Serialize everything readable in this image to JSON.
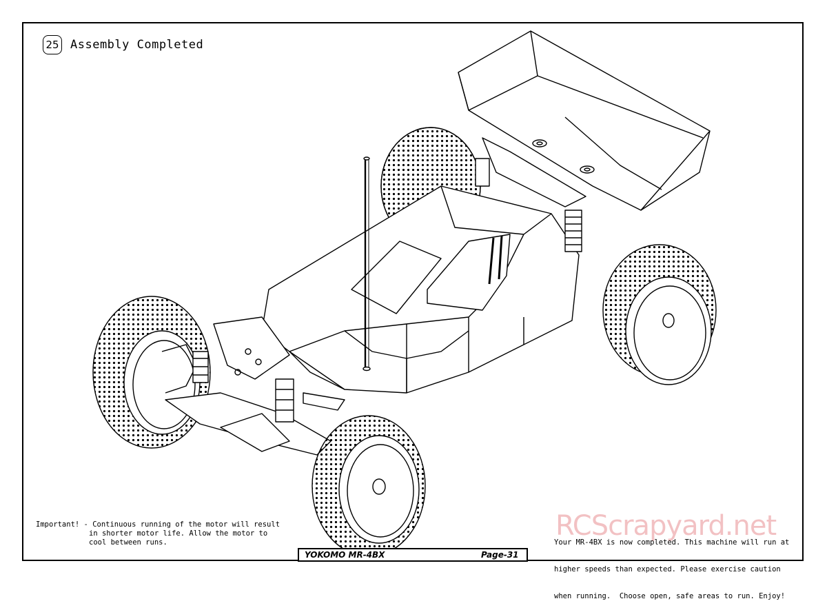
{
  "step": {
    "number": "25",
    "title": "Assembly Completed"
  },
  "note_left": {
    "prefix": "Important! - ",
    "line1": "Continuous running of the motor will result",
    "line2": "in shorter motor life. Allow the motor to",
    "line3": "cool between runs."
  },
  "note_right": {
    "line1": "Your MR-4BX is now completed. This machine will run at",
    "line2": "higher speeds than expected. Please exercise caution",
    "line3": "when running.  Choose open, safe areas to run. Enjoy!"
  },
  "watermark": "RCScrapyard.net",
  "footer": {
    "model": "YOKOMO MR-4BX",
    "page": "Page-31"
  },
  "drawing": {
    "subject": "assembled buggy line drawing",
    "icon": "buggy-illustration-icon"
  }
}
